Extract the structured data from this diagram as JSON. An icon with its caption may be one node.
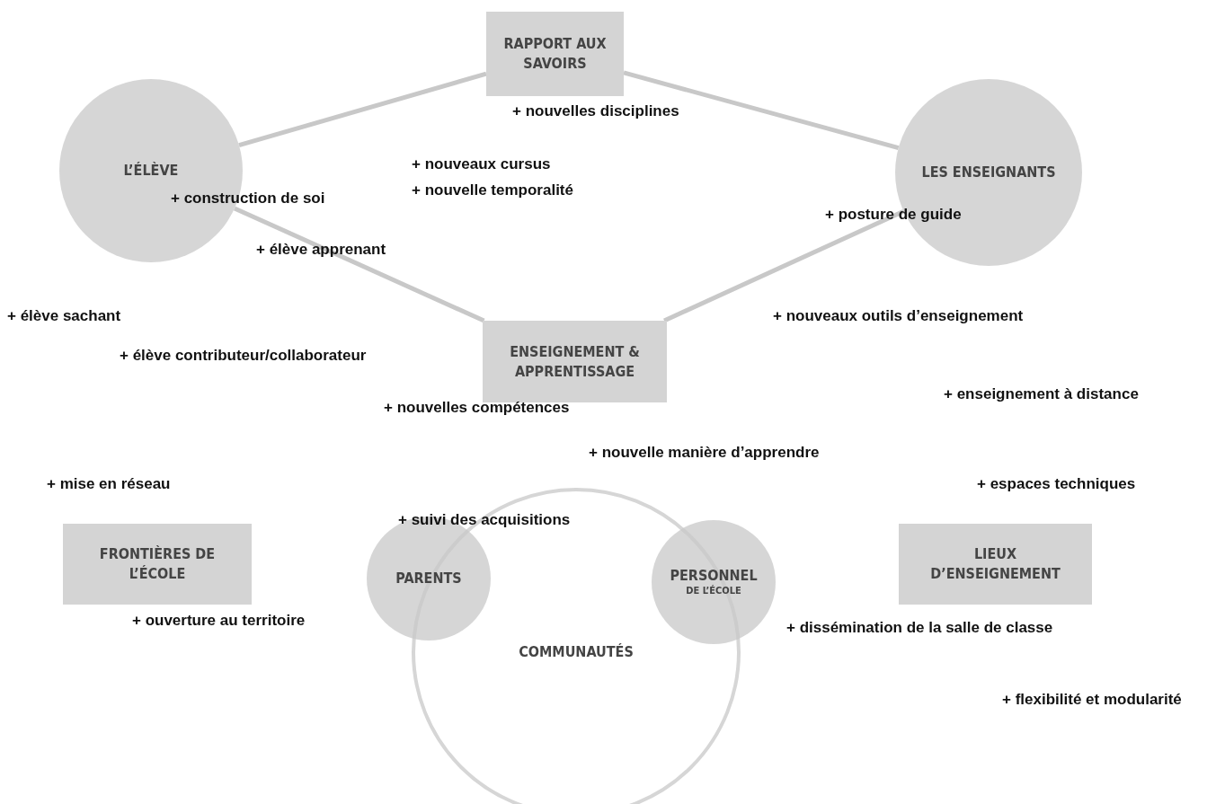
{
  "diagram": {
    "nodes": [
      {
        "text": [
          "RAPPORT AUX SAVOIRS"
        ]
      },
      {
        "text": [
          "L’ÉLÈVE"
        ]
      },
      {
        "text": [
          "LES ENSEIGNANTS"
        ]
      },
      {
        "text": [
          "ENSEIGNEMENT & APPRENTISSAGE"
        ]
      },
      {
        "text": [
          "FRONTIÈRES DE L’ÉCOLE"
        ]
      },
      {
        "text": [
          "COMMUNAUTÉS"
        ]
      },
      {
        "text": [
          "PARENTS"
        ]
      },
      {
        "text": [
          "PERSONNEL",
          "DE L’ÉCOLE"
        ]
      },
      {
        "text": [
          "LIEUX D’ENSEIGNEMENT"
        ]
      }
    ],
    "edges": [
      {
        "from": 1,
        "to": 0,
        "arrow": "none"
      },
      {
        "from": 0,
        "to": 2,
        "arrow": "none"
      },
      {
        "from": 2,
        "to": 3,
        "arrow": "none"
      },
      {
        "from": 3,
        "to": 1,
        "arrow": "none"
      }
    ],
    "labels": [
      "+ nouvelles disciplines",
      "+ nouveaux cursus",
      "+ construction de soi",
      "+ nouvelle temporalité",
      "+ posture de guide",
      "+ élève apprenant",
      "+ élève sachant",
      "+ nouveaux outils d’enseignement",
      "+ élève contributeur/collaborateur",
      "+ enseignement à distance",
      "+ nouvelles compétences",
      "+ nouvelle manière d’apprendre",
      "+ mise en réseau",
      "+ espaces techniques",
      "+ suivi des acquisitions",
      "+ ouverture au territoire",
      "+ dissémination de la salle de classe",
      "+ flexibilité et modularité"
    ]
  }
}
